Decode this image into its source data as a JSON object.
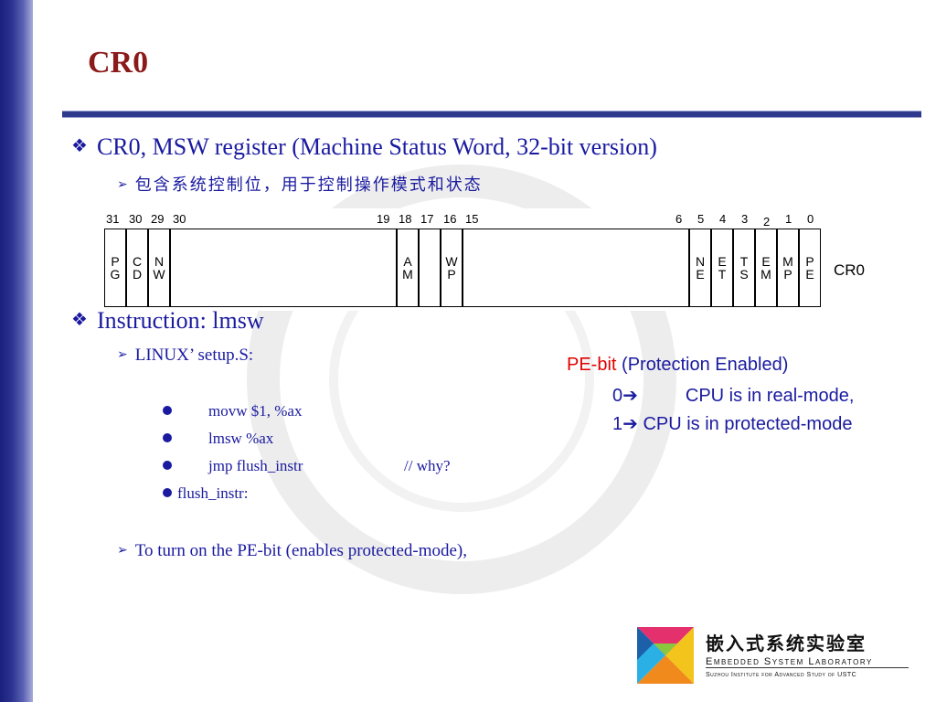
{
  "slide": {
    "title": "CR0",
    "bullet1": "CR0, MSW register (Machine Status Word, 32-bit version)",
    "sub1": "包含系统控制位，用于控制操作模式和状态",
    "register": {
      "bit_numbers": [
        "31",
        "30",
        "29",
        "30",
        "19",
        "18",
        "17",
        "16",
        "15",
        "6",
        "5",
        "4",
        "3",
        "2",
        "1",
        "0"
      ],
      "fields": [
        {
          "top": "P",
          "bottom": "G"
        },
        {
          "top": "C",
          "bottom": "D"
        },
        {
          "top": "N",
          "bottom": "W"
        },
        {
          "top": "A",
          "bottom": "M"
        },
        {
          "top": "W",
          "bottom": "P"
        },
        {
          "top": "N",
          "bottom": "E"
        },
        {
          "top": "E",
          "bottom": "T"
        },
        {
          "top": "T",
          "bottom": "S"
        },
        {
          "top": "E",
          "bottom": "M"
        },
        {
          "top": "M",
          "bottom": "P"
        },
        {
          "top": "P",
          "bottom": "E"
        }
      ],
      "name": "CR0"
    },
    "bullet2": "Instruction: lmsw",
    "sub2": "LINUX’ setup.S:",
    "code": [
      "movw $1, %ax",
      "lmsw %ax",
      "jmp flush_instr",
      "flush_instr:"
    ],
    "code_comment": "// why?",
    "sub3": "To turn on the PE-bit (enables protected-mode),",
    "pe_note": {
      "label": "PE-bit",
      "desc": "(Protection Enabled)",
      "line0_val": "0",
      "line0_text": "CPU is in real-mode,",
      "line1_val": "1",
      "line1_text": "CPU is in protected-mode"
    }
  },
  "logo": {
    "cn": "嵌入式系统实验室",
    "en": "Embedded System Laboratory",
    "sub": "Suzhou Institute for Advanced Study of USTC"
  },
  "colors": {
    "title": "#8b1a1a",
    "text": "#1a1aa0",
    "highlight": "#e00000",
    "rule": "#2e3a8c"
  }
}
